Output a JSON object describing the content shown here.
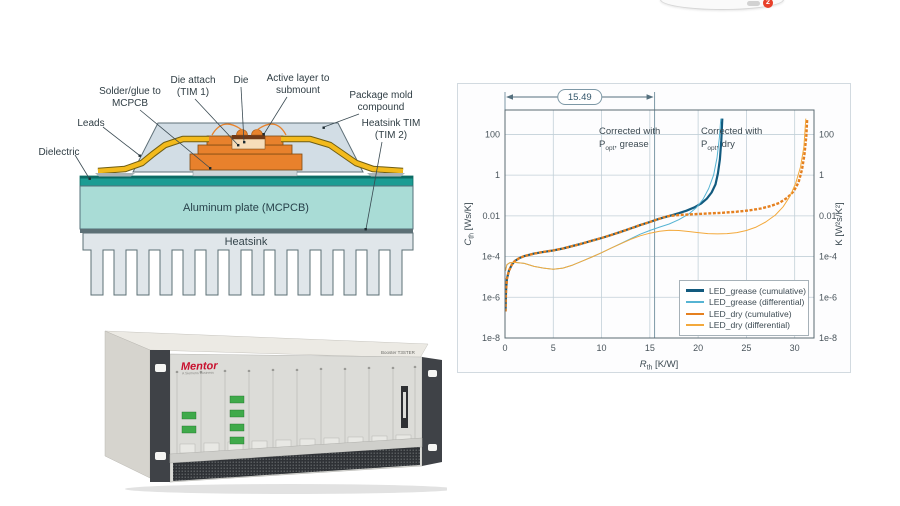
{
  "floating_widget": {
    "badge_count": "2"
  },
  "diagram": {
    "labels": {
      "solder_glue_line1": "Solder/glue to",
      "solder_glue_line2": "MCPCB",
      "die_attach_line1": "Die attach",
      "die_attach_line2": "(TIM 1)",
      "die": "Die",
      "active_layer_line1": "Active layer to",
      "active_layer_line2": "submount",
      "mold_line1": "Package mold",
      "mold_line2": "compound",
      "heatsink_tim_line1": "Heatsink TIM",
      "heatsink_tim_line2": "(TIM 2)",
      "leads": "Leads",
      "dielectric": "Dielectric",
      "aluminum_plate": "Aluminum plate (MCPCB)",
      "heatsink": "Heatsink"
    },
    "colors": {
      "mold": "#d2dde5",
      "slug": "#e8812c",
      "lead": "#f3ba1c",
      "dielectric": "#1b9c93",
      "plate": "#a9dcd6",
      "heatsink": "#e0e6ea"
    }
  },
  "instrument": {
    "brand": "Mentor",
    "brand_tagline": "A Siemens Business",
    "model_label": "Booster T3STER"
  },
  "chart_data": {
    "type": "line",
    "title": "",
    "xlabel_parts": {
      "main": "R",
      "sub": "th",
      "unit": " [K/W]"
    },
    "ylabel_parts": {
      "main": "C",
      "sub": "th",
      "unit": " [Ws/K]"
    },
    "ylabel_right": "K [W²s/K²]",
    "x_axis": {
      "min": 0,
      "max": 32,
      "ticks": [
        0,
        5,
        10,
        15,
        20,
        25,
        30
      ],
      "grid": true
    },
    "y_axis": {
      "scale": "log",
      "min": 1e-08,
      "max": 1585,
      "tick_values": [
        100,
        1,
        0.01,
        0.0001,
        1e-06,
        1e-08
      ],
      "tick_labels": [
        "100",
        "1",
        "0.01",
        "1e-4",
        "1e-6",
        "1e-8"
      ],
      "grid": true
    },
    "annotation_arrow": {
      "from": 0,
      "to": 15.49,
      "label": "15.49"
    },
    "annotations": [
      {
        "line1": "Corrected with",
        "p": "P",
        "sub": "opt",
        "rest": ", grease"
      },
      {
        "line1": "Corrected with",
        "p": "P",
        "sub": "opt",
        "rest": ", dry"
      }
    ],
    "legend_position": "bottom-right",
    "series": [
      {
        "name": "LED_grease (cumulative)",
        "color": "#125a7e",
        "width": 2.2,
        "points": [
          [
            0.05,
            2e-07
          ],
          [
            0.1,
            2e-06
          ],
          [
            0.2,
            8e-06
          ],
          [
            0.4,
            2e-05
          ],
          [
            0.7,
            4e-05
          ],
          [
            1,
            6e-05
          ],
          [
            1.5,
            8.5e-05
          ],
          [
            2,
            0.000105
          ],
          [
            3,
            0.00014
          ],
          [
            4,
            0.00017
          ],
          [
            5,
            0.0002
          ],
          [
            6,
            0.00025
          ],
          [
            7,
            0.00033
          ],
          [
            8,
            0.00044
          ],
          [
            9,
            0.0006
          ],
          [
            10,
            0.00082
          ],
          [
            11,
            0.00115
          ],
          [
            12,
            0.00165
          ],
          [
            13,
            0.0024
          ],
          [
            14,
            0.0035
          ],
          [
            15,
            0.005
          ],
          [
            15.8,
            0.0068
          ],
          [
            16.5,
            0.0085
          ],
          [
            17.2,
            0.0105
          ],
          [
            18,
            0.0135
          ],
          [
            18.8,
            0.018
          ],
          [
            19.6,
            0.026
          ],
          [
            20.3,
            0.04
          ],
          [
            20.9,
            0.07
          ],
          [
            21.4,
            0.14
          ],
          [
            21.8,
            0.35
          ],
          [
            22.05,
            1.2
          ],
          [
            22.25,
            6
          ],
          [
            22.4,
            50
          ],
          [
            22.5,
            600
          ]
        ]
      },
      {
        "name": "LED_grease (differential)",
        "color": "#56b4d3",
        "width": 1,
        "points": [
          [
            0.05,
            2e-05
          ],
          [
            0.2,
            4e-05
          ],
          [
            0.5,
            5e-05
          ],
          [
            1,
            5.2e-05
          ],
          [
            2,
            4.6e-05
          ],
          [
            3,
            3.3e-05
          ],
          [
            4,
            2.7e-05
          ],
          [
            5,
            2.4e-05
          ],
          [
            6,
            2.7e-05
          ],
          [
            7,
            3.8e-05
          ],
          [
            8,
            6e-05
          ],
          [
            9,
            9.5e-05
          ],
          [
            10,
            0.000155
          ],
          [
            11,
            0.00026
          ],
          [
            12,
            0.00044
          ],
          [
            13,
            0.00075
          ],
          [
            14,
            0.00125
          ],
          [
            15,
            0.0019
          ],
          [
            16,
            0.0028
          ],
          [
            17,
            0.004
          ],
          [
            18,
            0.0065
          ],
          [
            19,
            0.012
          ],
          [
            19.8,
            0.025
          ],
          [
            20.5,
            0.065
          ],
          [
            21.1,
            0.22
          ],
          [
            21.6,
            1
          ],
          [
            21.95,
            7
          ],
          [
            22.2,
            70
          ],
          [
            22.35,
            600
          ]
        ]
      },
      {
        "name": "LED_dry (cumulative)",
        "color": "#e5801f",
        "width": 2.4,
        "dash": "3 1.6",
        "points": [
          [
            0.05,
            2e-07
          ],
          [
            0.1,
            2e-06
          ],
          [
            0.2,
            8e-06
          ],
          [
            0.4,
            2e-05
          ],
          [
            0.7,
            4e-05
          ],
          [
            1,
            6e-05
          ],
          [
            1.5,
            8.5e-05
          ],
          [
            2,
            0.000105
          ],
          [
            3,
            0.00014
          ],
          [
            4,
            0.00017
          ],
          [
            5,
            0.0002
          ],
          [
            6,
            0.00025
          ],
          [
            7,
            0.00033
          ],
          [
            8,
            0.00044
          ],
          [
            9,
            0.0006
          ],
          [
            10,
            0.00082
          ],
          [
            11,
            0.00115
          ],
          [
            12,
            0.00165
          ],
          [
            13,
            0.0024
          ],
          [
            14,
            0.0035
          ],
          [
            15,
            0.005
          ],
          [
            15.8,
            0.0068
          ],
          [
            16.8,
            0.0095
          ],
          [
            18,
            0.011
          ],
          [
            19.5,
            0.012
          ],
          [
            21,
            0.013
          ],
          [
            22.5,
            0.0142
          ],
          [
            24,
            0.016
          ],
          [
            25.3,
            0.0185
          ],
          [
            26.5,
            0.023
          ],
          [
            27.5,
            0.03
          ],
          [
            28.4,
            0.043
          ],
          [
            29.2,
            0.075
          ],
          [
            29.9,
            0.16
          ],
          [
            30.4,
            0.45
          ],
          [
            30.75,
            1.8
          ],
          [
            31,
            9
          ],
          [
            31.2,
            80
          ],
          [
            31.3,
            600
          ]
        ]
      },
      {
        "name": "LED_dry (differential)",
        "color": "#f3a93c",
        "width": 1,
        "points": [
          [
            0.05,
            2e-05
          ],
          [
            0.2,
            4e-05
          ],
          [
            0.5,
            5e-05
          ],
          [
            1,
            5.2e-05
          ],
          [
            2,
            4.6e-05
          ],
          [
            3,
            3.3e-05
          ],
          [
            4,
            2.7e-05
          ],
          [
            5,
            2.4e-05
          ],
          [
            6,
            2.7e-05
          ],
          [
            7,
            3.8e-05
          ],
          [
            8,
            6e-05
          ],
          [
            9,
            9.5e-05
          ],
          [
            10,
            0.000155
          ],
          [
            11,
            0.00026
          ],
          [
            12,
            0.00043
          ],
          [
            13,
            0.0007
          ],
          [
            14,
            0.00105
          ],
          [
            15,
            0.0014
          ],
          [
            16,
            0.00175
          ],
          [
            17,
            0.00195
          ],
          [
            18,
            0.0019
          ],
          [
            19,
            0.0017
          ],
          [
            20,
            0.0015
          ],
          [
            21,
            0.00135
          ],
          [
            22,
            0.0013
          ],
          [
            23,
            0.00135
          ],
          [
            24,
            0.0015
          ],
          [
            25,
            0.0019
          ],
          [
            26,
            0.0028
          ],
          [
            27,
            0.005
          ],
          [
            28,
            0.011
          ],
          [
            28.8,
            0.028
          ],
          [
            29.5,
            0.09
          ],
          [
            30.1,
            0.4
          ],
          [
            30.6,
            2.5
          ],
          [
            30.95,
            25
          ],
          [
            31.15,
            600
          ]
        ]
      }
    ]
  }
}
